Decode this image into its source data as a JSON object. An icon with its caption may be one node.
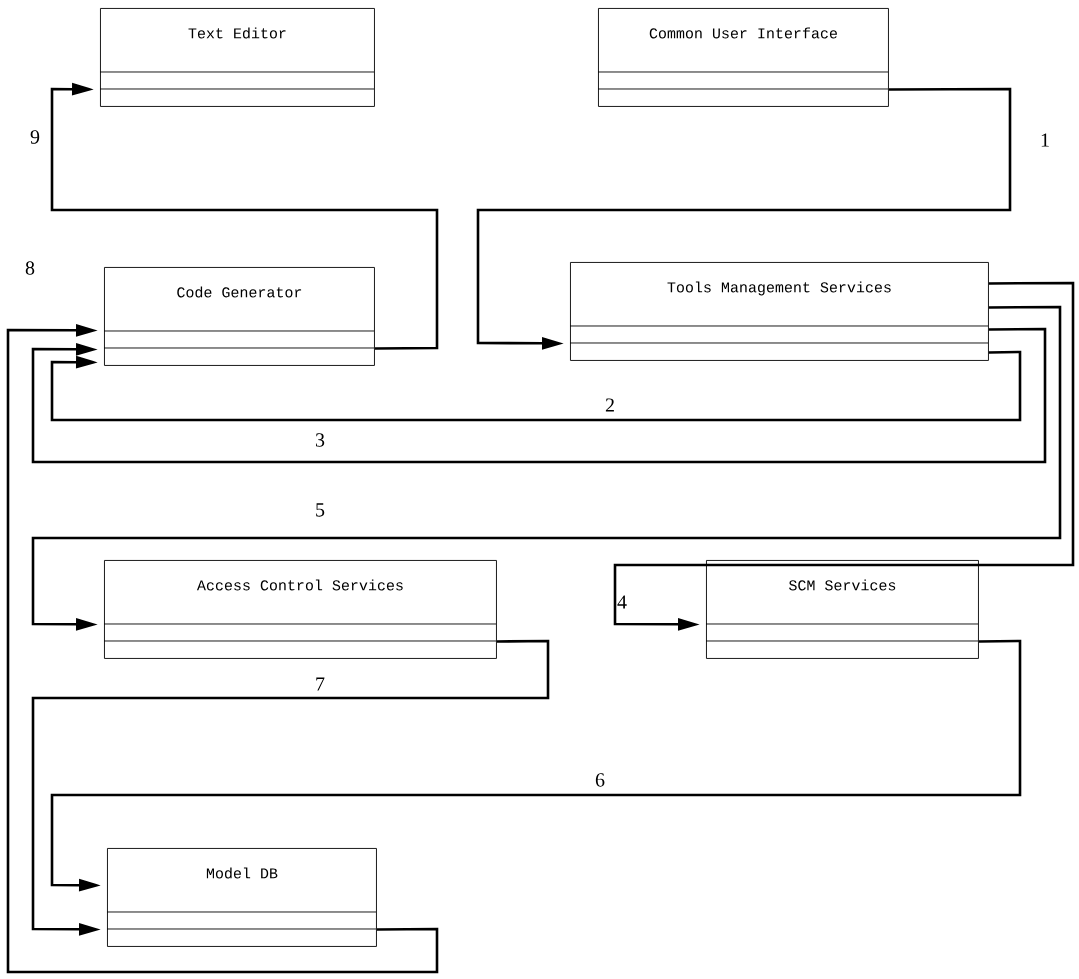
{
  "diagram": {
    "nodes": [
      {
        "text": [
          "Text Editor"
        ]
      },
      {
        "text": [
          "Common User Interface"
        ]
      },
      {
        "text": [
          "Code Generator"
        ]
      },
      {
        "text": [
          "Tools Management Services"
        ]
      },
      {
        "text": [
          "Access Control Services"
        ]
      },
      {
        "text": [
          "SCM Services"
        ]
      },
      {
        "text": [
          "Model DB"
        ]
      }
    ],
    "edges": [
      {
        "from": 1,
        "to": 3,
        "arrow": "to",
        "label": "1"
      },
      {
        "from": 3,
        "to": 2,
        "arrow": "to",
        "label": "2"
      },
      {
        "from": 3,
        "to": 2,
        "arrow": "to",
        "label": "3"
      },
      {
        "from": 3,
        "to": 5,
        "arrow": "to",
        "label": "4"
      },
      {
        "from": 3,
        "to": 4,
        "arrow": "to",
        "label": "5"
      },
      {
        "from": 5,
        "to": 6,
        "arrow": "to",
        "label": "6"
      },
      {
        "from": 4,
        "to": 6,
        "arrow": "to",
        "label": "7"
      },
      {
        "from": 6,
        "to": 2,
        "arrow": "to",
        "label": "8"
      },
      {
        "from": 2,
        "to": 0,
        "arrow": "to",
        "label": "9"
      }
    ]
  }
}
